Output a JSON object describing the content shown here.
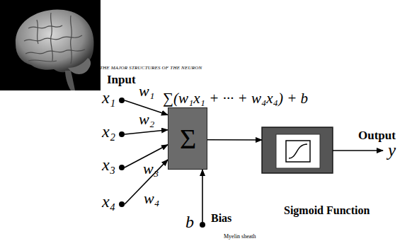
{
  "diagram": {
    "nodes": [
      {
        "text": [
          "x₁"
        ]
      },
      {
        "text": [
          "x₂"
        ]
      },
      {
        "text": [
          "x₃"
        ]
      },
      {
        "text": [
          "x₄"
        ]
      },
      {
        "text": [
          "Σ"
        ]
      },
      {
        "text": [
          "Sigmoid Function"
        ]
      },
      {
        "text": [
          "b",
          "Bias"
        ]
      }
    ],
    "edges": [
      {
        "from": 0,
        "to": 4,
        "label": "w₁",
        "arrow": "to"
      },
      {
        "from": 1,
        "to": 4,
        "label": "w₂",
        "arrow": "to"
      },
      {
        "from": 2,
        "to": 4,
        "label": "w₃",
        "arrow": "to"
      },
      {
        "from": 3,
        "to": 4,
        "label": "w₄",
        "arrow": "to"
      },
      {
        "from": 6,
        "to": 4,
        "arrow": "to"
      },
      {
        "from": 4,
        "to": 5,
        "arrow": "to"
      }
    ],
    "labels": [
      "THE MAJOR STRUCTURES OF THE NEURON",
      "Input",
      "∑(w₁x₁ + ··· + w₄x₄) + b",
      "Output",
      "y",
      "Myelin sheath"
    ]
  }
}
